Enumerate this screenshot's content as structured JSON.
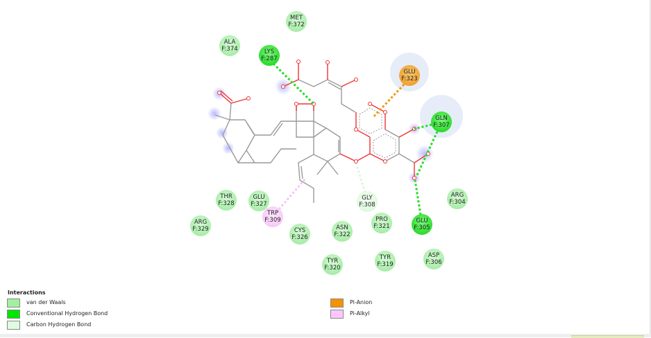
{
  "residues": [
    {
      "name": "MET",
      "id": "F:372",
      "type": "van der Waals"
    },
    {
      "name": "ALA",
      "id": "F:374",
      "type": "van der Waals"
    },
    {
      "name": "LYS",
      "id": "F:287",
      "type": "Conventional Hydrogen Bond"
    },
    {
      "name": "GLU",
      "id": "F:323",
      "type": "Pi-Anion"
    },
    {
      "name": "GLN",
      "id": "F:307",
      "type": "Conventional Hydrogen Bond"
    },
    {
      "name": "ARG",
      "id": "F:304",
      "type": "van der Waals"
    },
    {
      "name": "GLU",
      "id": "F:305",
      "type": "Conventional Hydrogen Bond"
    },
    {
      "name": "ASP",
      "id": "F:306",
      "type": "van der Waals"
    },
    {
      "name": "TYR",
      "id": "F:319",
      "type": "van der Waals"
    },
    {
      "name": "TYR",
      "id": "F:320",
      "type": "van der Waals"
    },
    {
      "name": "PRO",
      "id": "F:321",
      "type": "van der Waals"
    },
    {
      "name": "ASN",
      "id": "F:322",
      "type": "van der Waals"
    },
    {
      "name": "GLY",
      "id": "F:308",
      "type": "Carbon Hydrogen Bond"
    },
    {
      "name": "CYS",
      "id": "F:326",
      "type": "van der Waals"
    },
    {
      "name": "TRP",
      "id": "F:309",
      "type": "Pi-Alkyl"
    },
    {
      "name": "GLU",
      "id": "F:327",
      "type": "van der Waals"
    },
    {
      "name": "THR",
      "id": "F:328",
      "type": "van der Waals"
    },
    {
      "name": "ARG",
      "id": "F:329",
      "type": "van der Waals"
    }
  ],
  "legend": {
    "title": "Interactions",
    "items": [
      {
        "label": "van der Waals",
        "color": "#a0f0a0"
      },
      {
        "label": "Conventional Hydrogen Bond",
        "color": "#00e600"
      },
      {
        "label": "Carbon Hydrogen Bond",
        "color": "#e0fce0"
      },
      {
        "label": "Pi-Anion",
        "color": "#f59200"
      },
      {
        "label": "Pi-Alkyl",
        "color": "#fcc8fc"
      }
    ]
  }
}
